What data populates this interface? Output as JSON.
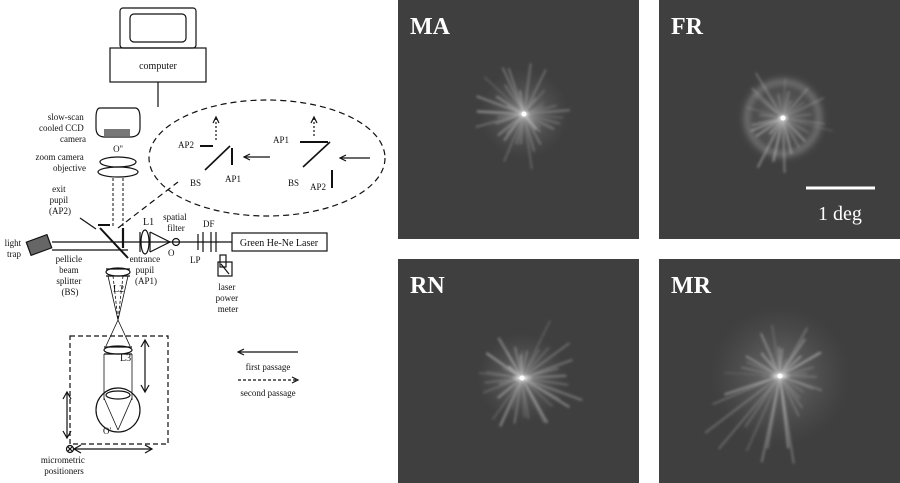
{
  "diagram": {
    "computer_label": "computer",
    "camera_label": [
      "slow-scan",
      "cooled CCD",
      "camera"
    ],
    "camera_point": "O''",
    "zoom_label": [
      "zoom camera",
      "objective"
    ],
    "exit_pupil_label": [
      "exit",
      "pupil",
      "(AP2)"
    ],
    "light_trap_label": [
      "light",
      "trap"
    ],
    "pellicle_label": [
      "pellicle",
      "beam",
      "splitter",
      "(BS)"
    ],
    "entrance_pupil_label": [
      "entrance",
      "pupil",
      "(AP1)"
    ],
    "l1_label": "L1",
    "l2_label": "L2",
    "l3_label": "L3",
    "spatial_filter_label": [
      "spatial",
      "filter"
    ],
    "filter_point": "O",
    "df_label": "DF",
    "lp_label": "LP",
    "laser_label": "Green He-Ne Laser",
    "power_meter_label": [
      "laser",
      "power",
      "meter"
    ],
    "eye_point": "O'",
    "micrometric_label": [
      "micrometric",
      "positioners"
    ],
    "legend_first": "first passage",
    "legend_second": "second passage",
    "inset": {
      "left": {
        "ap2": "AP2",
        "bs": "BS",
        "ap1": "AP1"
      },
      "right": {
        "ap1": "AP1",
        "bs": "BS",
        "ap2": "AP2"
      }
    }
  },
  "panels": [
    {
      "label": "MA",
      "style": "star"
    },
    {
      "label": "FR",
      "style": "spread"
    },
    {
      "label": "RN",
      "style": "fan"
    },
    {
      "label": "MR",
      "style": "streak"
    }
  ],
  "scale_bar": {
    "label": "1 deg"
  },
  "colors": {
    "panel_bg": "#3f3f3f",
    "line": "#111111",
    "scale_bar": "#ffffff"
  }
}
